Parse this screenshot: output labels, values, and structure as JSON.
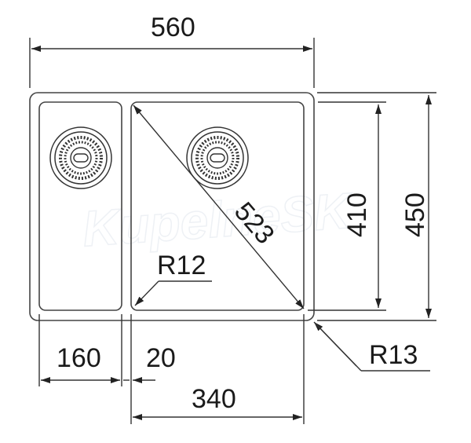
{
  "watermark": "KupelneSK",
  "dimensions": {
    "overall_width": "560",
    "overall_depth": "450",
    "bowl_depth": "410",
    "diagonal": "523",
    "small_bowl_width": "160",
    "gap": "20",
    "main_bowl_width": "340",
    "inner_radius": "R12",
    "outer_radius": "R13"
  },
  "colors": {
    "line": "#333333",
    "text": "#1a1a1a",
    "watermark": "#eef1f5"
  }
}
